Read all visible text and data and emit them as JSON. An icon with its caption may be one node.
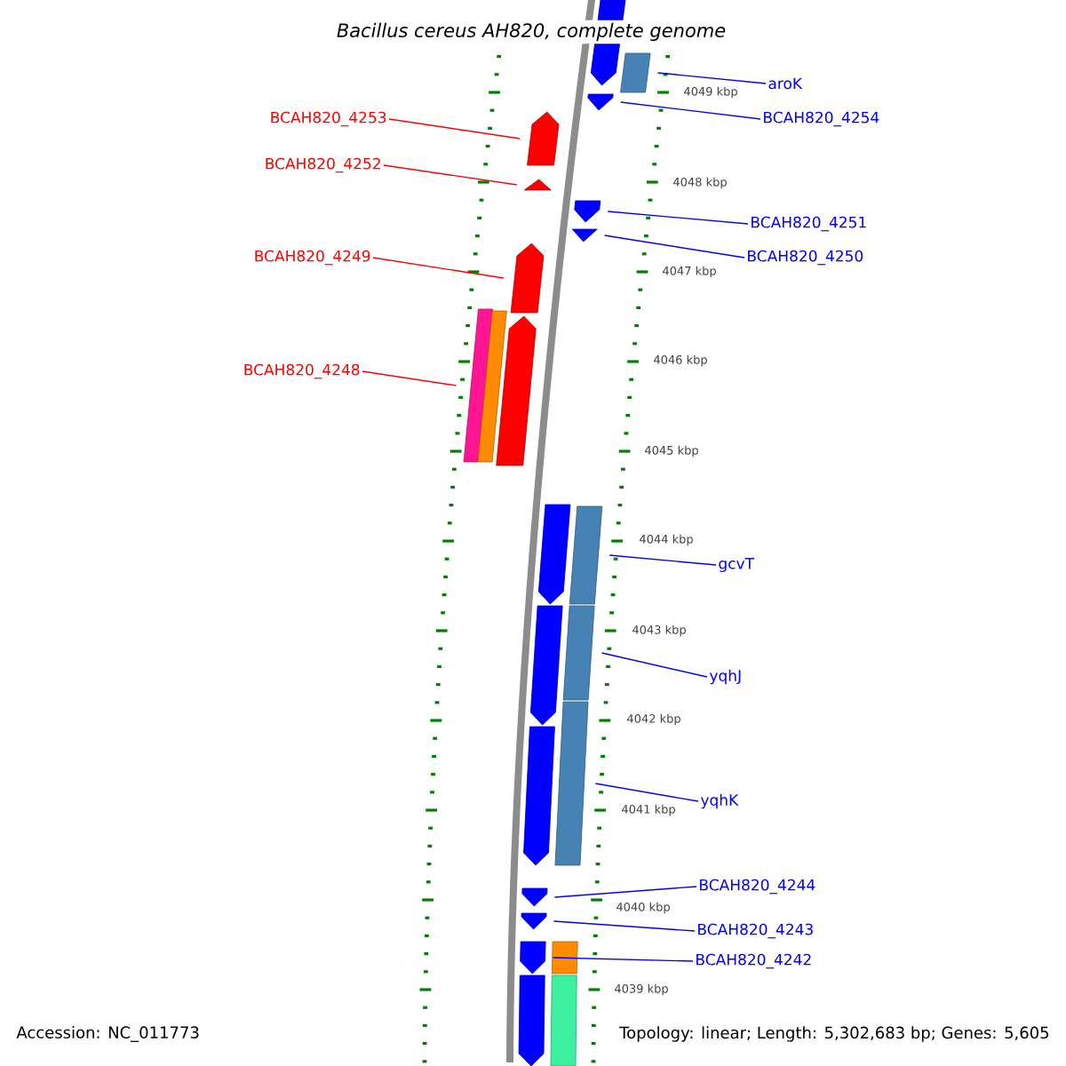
{
  "diagram": {
    "title": "Bacillus cereus AH820, complete genome",
    "nodes": [
      {
        "text": [
          "aroK"
        ]
      },
      {
        "text": [
          "BCAH820_4253"
        ]
      },
      {
        "text": [
          "BCAH820_4254"
        ]
      },
      {
        "text": [
          "BCAH820_4252"
        ]
      },
      {
        "text": [
          "BCAH820_4251"
        ]
      },
      {
        "text": [
          "BCAH820_4249"
        ]
      },
      {
        "text": [
          "BCAH820_4250"
        ]
      },
      {
        "text": [
          "BCAH820_4248"
        ]
      },
      {
        "text": [
          "gcvT"
        ]
      },
      {
        "text": [
          "yqhJ"
        ]
      },
      {
        "text": [
          "yqhK"
        ]
      },
      {
        "text": [
          "BCAH820_4244"
        ]
      },
      {
        "text": [
          "BCAH820_4243"
        ]
      },
      {
        "text": [
          "BCAH820_4242"
        ]
      },
      {
        "text": [],
        "shape": "bar"
      },
      {
        "text": [],
        "shape": "bar"
      },
      {
        "text": [],
        "shape": "bar"
      },
      {
        "text": [],
        "shape": "bar"
      },
      {
        "text": [],
        "shape": "bar"
      },
      {
        "text": [],
        "shape": "bar"
      },
      {
        "text": [],
        "shape": "bar"
      },
      {
        "text": [],
        "shape": "bar"
      },
      {
        "text": [],
        "shape": "bar"
      },
      {
        "text": [],
        "shape": "bar"
      },
      {
        "text": [],
        "shape": "bar"
      },
      {
        "text": [],
        "shape": "bar"
      },
      {
        "text": [],
        "shape": "bar"
      },
      {
        "text": [],
        "shape": "bar"
      },
      {
        "text": [],
        "shape": "bar"
      },
      {
        "text": [],
        "shape": "bar"
      },
      {
        "text": [],
        "shape": "bar"
      },
      {
        "text": [],
        "shape": "bar"
      },
      {
        "text": [],
        "shape": "bar"
      },
      {
        "text": [],
        "shape": "bar"
      },
      {
        "text": [],
        "shape": "bar"
      },
      {
        "text": [],
        "shape": "bar"
      },
      {
        "text": [],
        "shape": "bar"
      }
    ],
    "edges": [
      {
        "from": 0,
        "to": 15,
        "arrow": "none"
      },
      {
        "from": 1,
        "to": 17,
        "arrow": "none",
        "color": "#ff0000"
      },
      {
        "from": 2,
        "to": 16,
        "arrow": "none"
      },
      {
        "from": 3,
        "to": 18,
        "arrow": "none",
        "color": "#ff0000"
      },
      {
        "from": 4,
        "to": 19,
        "arrow": "none"
      },
      {
        "from": 5,
        "to": 21,
        "arrow": "none",
        "color": "#ff0000"
      },
      {
        "from": 6,
        "to": 20,
        "arrow": "none"
      },
      {
        "from": 7,
        "to": 22,
        "arrow": "none",
        "color": "#ff0000"
      },
      {
        "from": 8,
        "to": 26,
        "arrow": "none"
      },
      {
        "from": 9,
        "to": 28,
        "arrow": "none"
      },
      {
        "from": 10,
        "to": 29,
        "arrow": "none"
      },
      {
        "from": 11,
        "to": 31,
        "arrow": "none"
      },
      {
        "from": 12,
        "to": 32,
        "arrow": "none"
      },
      {
        "from": 13,
        "to": 33,
        "arrow": "none"
      }
    ],
    "labels": [
      "4049 kbp",
      "4048 kbp",
      "4047 kbp",
      "4046 kbp",
      "4045 kbp",
      "4044 kbp",
      "4043 kbp",
      "4042 kbp",
      "4041 kbp",
      "4040 kbp",
      "4039 kbp",
      "Accession: NC_011773",
      "Topology: linear; Length: 5,302,683 bp; Genes: 5,605"
    ]
  }
}
